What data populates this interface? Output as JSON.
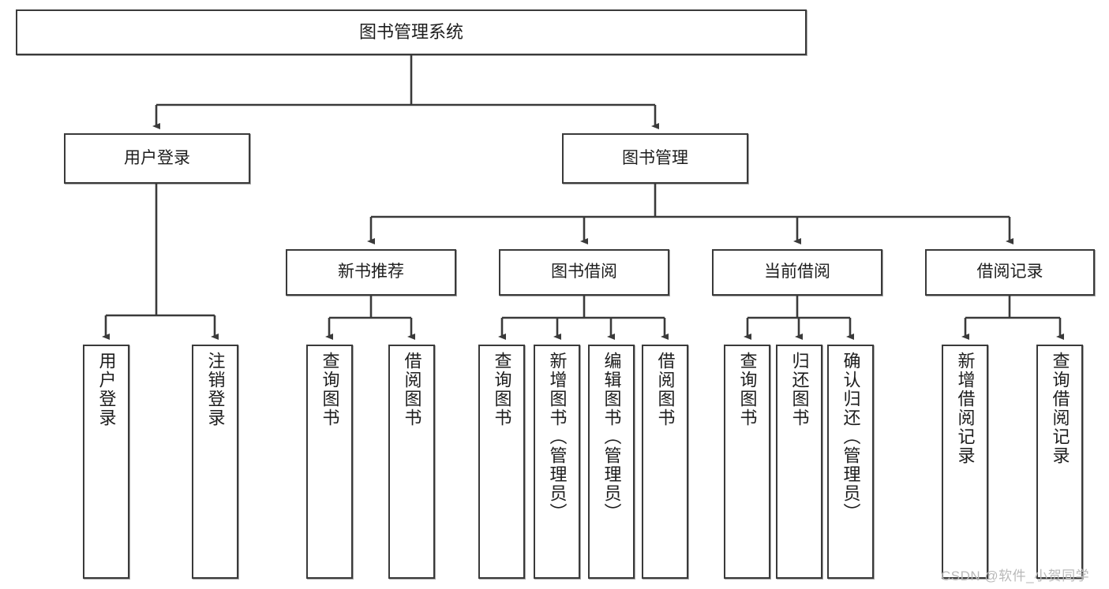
{
  "diagram": {
    "title": "图书管理系统",
    "type": "hierarchy-tree",
    "levels": 4,
    "root": {
      "id": "root",
      "label": "图书管理系统"
    },
    "level2": [
      {
        "id": "user-login",
        "label": "用户登录"
      },
      {
        "id": "book-manage",
        "label": "图书管理"
      }
    ],
    "level3": [
      {
        "id": "new-book-recommend",
        "label": "新书推荐",
        "parent": "book-manage"
      },
      {
        "id": "book-borrow",
        "label": "图书借阅",
        "parent": "book-manage"
      },
      {
        "id": "current-borrow",
        "label": "当前借阅",
        "parent": "book-manage"
      },
      {
        "id": "borrow-record",
        "label": "借阅记录",
        "parent": "book-manage"
      }
    ],
    "leaves": [
      {
        "id": "leaf-user-login",
        "label": "用户登录",
        "parent": "user-login"
      },
      {
        "id": "leaf-logout",
        "label": "注销登录",
        "parent": "user-login"
      },
      {
        "id": "leaf-query-book-1",
        "label": "查询图书",
        "parent": "new-book-recommend"
      },
      {
        "id": "leaf-borrow-book-1",
        "label": "借阅图书",
        "parent": "new-book-recommend"
      },
      {
        "id": "leaf-query-book-2",
        "label": "查询图书",
        "parent": "book-borrow"
      },
      {
        "id": "leaf-add-book",
        "label": "新增图书（管理员）",
        "parent": "book-borrow"
      },
      {
        "id": "leaf-edit-book",
        "label": "编辑图书（管理员）",
        "parent": "book-borrow"
      },
      {
        "id": "leaf-borrow-book-2",
        "label": "借阅图书",
        "parent": "book-borrow"
      },
      {
        "id": "leaf-query-book-3",
        "label": "查询图书",
        "parent": "current-borrow"
      },
      {
        "id": "leaf-return-book",
        "label": "归还图书",
        "parent": "current-borrow"
      },
      {
        "id": "leaf-confirm-return",
        "label": "确认归还（管理员）",
        "parent": "current-borrow"
      },
      {
        "id": "leaf-add-record",
        "label": "新增借阅记录",
        "parent": "borrow-record"
      },
      {
        "id": "leaf-query-record",
        "label": "查询借阅记录",
        "parent": "borrow-record"
      }
    ],
    "watermark": "CSDN @软件_小贺同学",
    "colors": {
      "stroke": "#3a3a3a",
      "text": "#1d1d1d",
      "background": "#ffffff",
      "watermark": "#b9b9b9"
    }
  }
}
